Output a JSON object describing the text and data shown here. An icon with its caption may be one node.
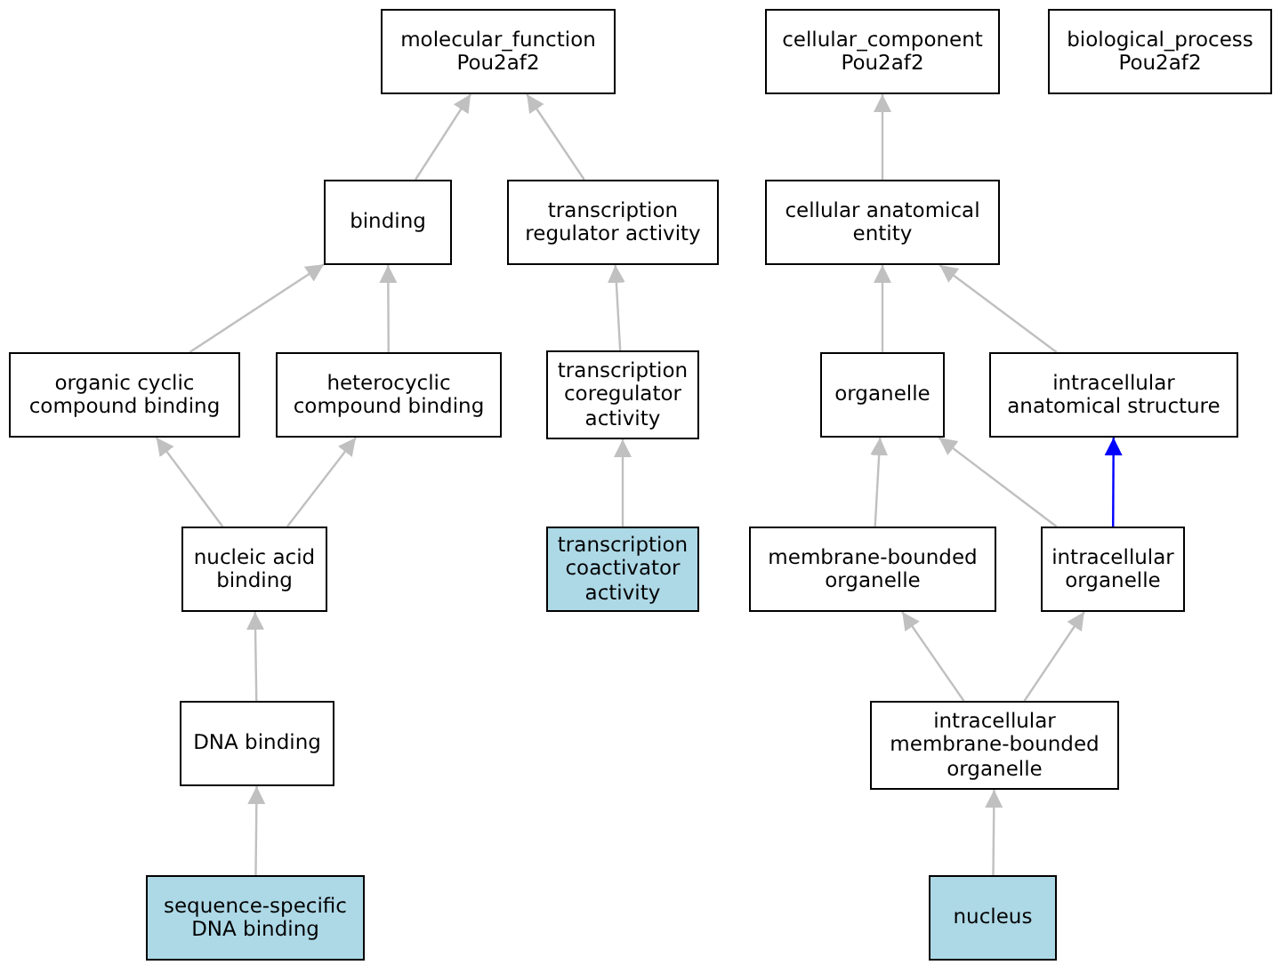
{
  "diagram": {
    "nodes": [
      {
        "text": [
          "molecular_function Pou2af2"
        ]
      },
      {
        "text": [
          "cellular_component Pou2af2"
        ]
      },
      {
        "text": [
          "biological_process Pou2af2"
        ]
      },
      {
        "text": [
          "binding"
        ]
      },
      {
        "text": [
          "transcription regulator activity"
        ]
      },
      {
        "text": [
          "cellular anatomical entity"
        ]
      },
      {
        "text": [
          "organic cyclic compound binding"
        ]
      },
      {
        "text": [
          "heterocyclic compound binding"
        ]
      },
      {
        "text": [
          "transcription coregulator activity"
        ]
      },
      {
        "text": [
          "organelle"
        ]
      },
      {
        "text": [
          "intracellular anatomical structure"
        ]
      },
      {
        "text": [
          "nucleic acid binding"
        ]
      },
      {
        "text": [
          "transcription coactivator activity"
        ]
      },
      {
        "text": [
          "membrane-bounded organelle"
        ]
      },
      {
        "text": [
          "intracellular organelle"
        ]
      },
      {
        "text": [
          "DNA binding"
        ]
      },
      {
        "text": [
          "intracellular membrane-bounded organelle"
        ]
      },
      {
        "text": [
          "sequence-specific DNA binding"
        ]
      },
      {
        "text": [
          "nucleus"
        ]
      }
    ],
    "edges": [
      {
        "from": 3,
        "to": 0,
        "arrow": "to"
      },
      {
        "from": 4,
        "to": 0,
        "arrow": "to"
      },
      {
        "from": 5,
        "to": 1,
        "arrow": "to"
      },
      {
        "from": 6,
        "to": 3,
        "arrow": "to"
      },
      {
        "from": 7,
        "to": 3,
        "arrow": "to"
      },
      {
        "from": 8,
        "to": 4,
        "arrow": "to"
      },
      {
        "from": 9,
        "to": 5,
        "arrow": "to"
      },
      {
        "from": 10,
        "to": 5,
        "arrow": "to"
      },
      {
        "from": 11,
        "to": 6,
        "arrow": "to"
      },
      {
        "from": 11,
        "to": 7,
        "arrow": "to"
      },
      {
        "from": 12,
        "to": 8,
        "arrow": "to"
      },
      {
        "from": 13,
        "to": 9,
        "arrow": "to"
      },
      {
        "from": 14,
        "to": 9,
        "arrow": "to"
      },
      {
        "from": 14,
        "to": 10,
        "arrow": "to",
        "color": "#0000ff"
      },
      {
        "from": 16,
        "to": 13,
        "arrow": "to"
      },
      {
        "from": 16,
        "to": 14,
        "arrow": "to"
      },
      {
        "from": 15,
        "to": 11,
        "arrow": "to"
      },
      {
        "from": 17,
        "to": 15,
        "arrow": "to"
      },
      {
        "from": 18,
        "to": 16,
        "arrow": "to"
      }
    ]
  }
}
